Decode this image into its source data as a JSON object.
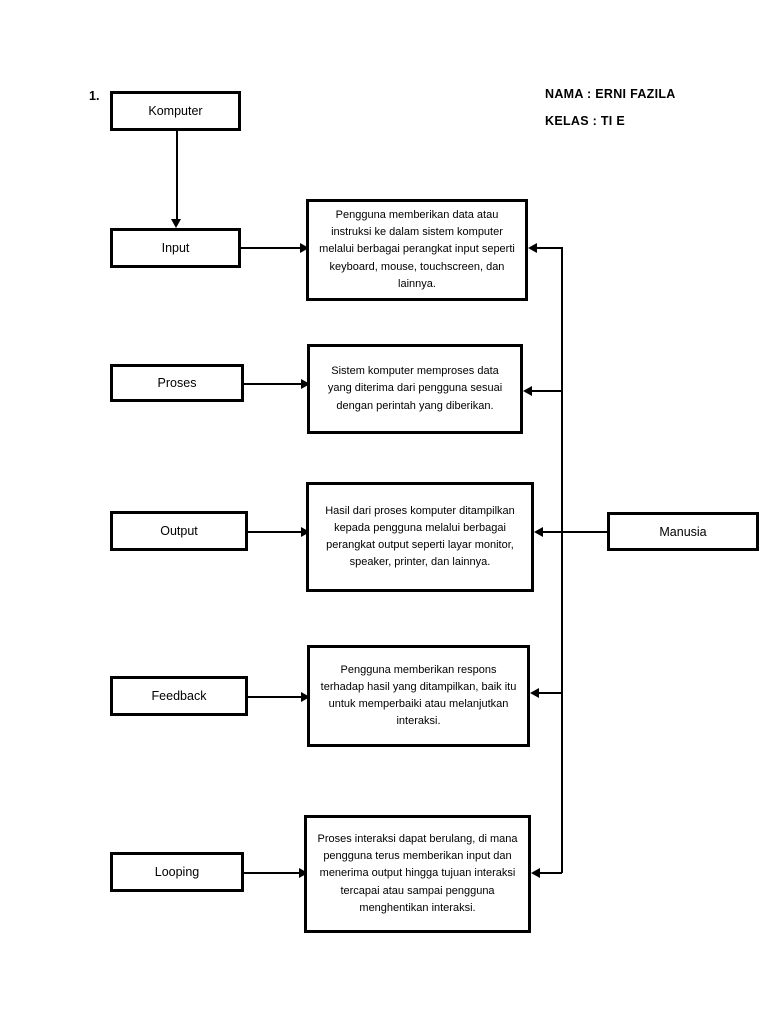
{
  "header": {
    "name_line": "NAMA : ERNI FAZILA",
    "class_line": "KELAS : TI E"
  },
  "item_number": "1.",
  "diagram": {
    "title_box": {
      "label": "Komputer"
    },
    "actor_box": {
      "label": "Manusia"
    },
    "stages": [
      {
        "label": "Input",
        "description": "Pengguna memberikan data atau instruksi ke dalam sistem komputer melalui berbagai perangkat input seperti keyboard, mouse, touchscreen, dan lainnya."
      },
      {
        "label": "Proses",
        "description": "Sistem komputer memproses data yang diterima dari pengguna sesuai dengan perintah yang diberikan."
      },
      {
        "label": "Output",
        "description": "Hasil dari proses komputer ditampilkan kepada pengguna melalui berbagai perangkat output seperti layar monitor, speaker, printer, dan lainnya."
      },
      {
        "label": "Feedback",
        "description": "Pengguna memberikan respons terhadap hasil yang ditampilkan, baik itu untuk memperbaiki atau melanjutkan interaksi."
      },
      {
        "label": "Looping",
        "description": "Proses interaksi dapat berulang, di mana pengguna terus memberikan input dan menerima output hingga tujuan interaksi tercapai atau sampai pengguna menghentikan interaksi."
      }
    ]
  },
  "colors": {
    "stroke": "#000000",
    "background": "#ffffff",
    "text": "#000000"
  }
}
